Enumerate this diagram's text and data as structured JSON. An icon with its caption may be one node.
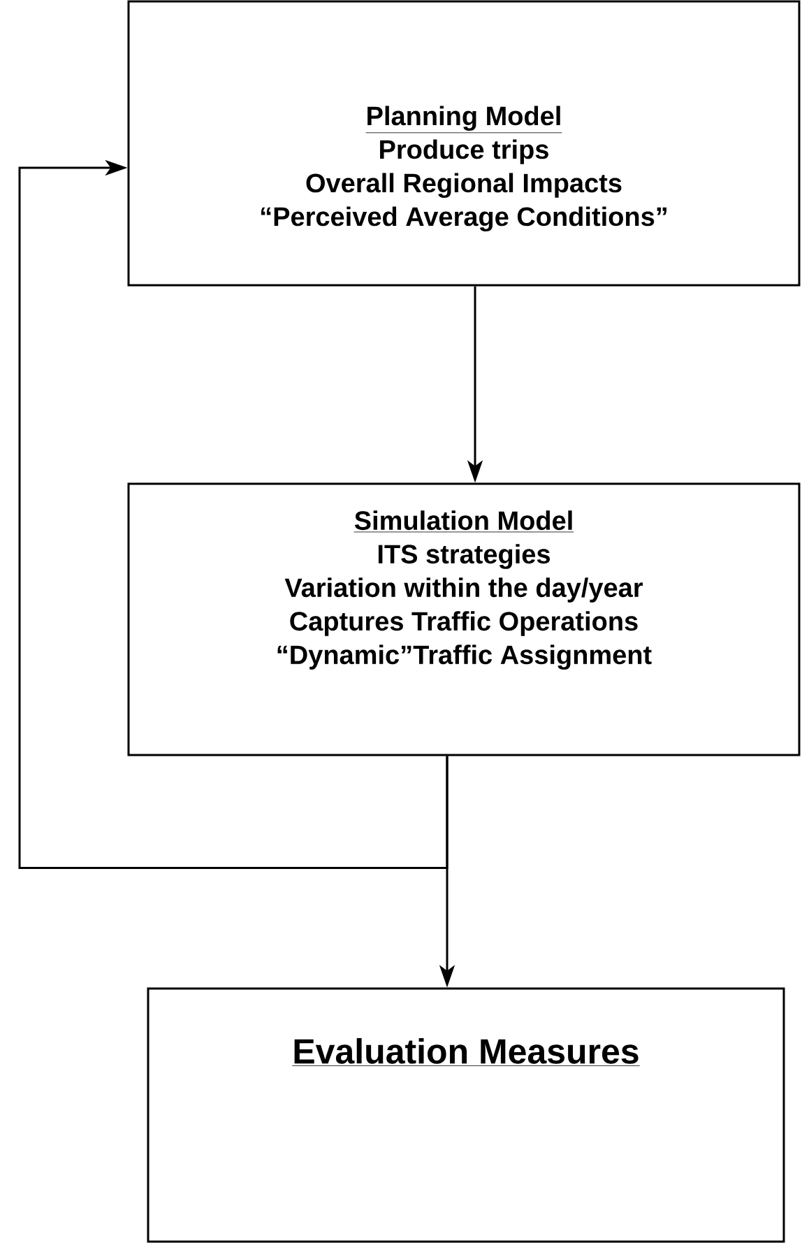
{
  "diagram": {
    "nodes": [
      {
        "text": [
          "Planning Model",
          "Produce trips",
          "Overall Regional Impacts",
          "“Perceived Average Conditions”"
        ]
      },
      {
        "text": [
          "Simulation Model",
          "ITS strategies",
          "Variation within the day/year",
          "Captures Traffic Operations",
          "“Dynamic”Traffic Assignment"
        ]
      },
      {
        "text": [
          "Evaluation Measures"
        ]
      }
    ],
    "edges": [
      {
        "from": 0,
        "to": 1,
        "arrow": "to"
      },
      {
        "from": 1,
        "to": 2,
        "arrow": "to"
      },
      {
        "from": 1,
        "to": 0,
        "arrow": "to"
      }
    ]
  }
}
